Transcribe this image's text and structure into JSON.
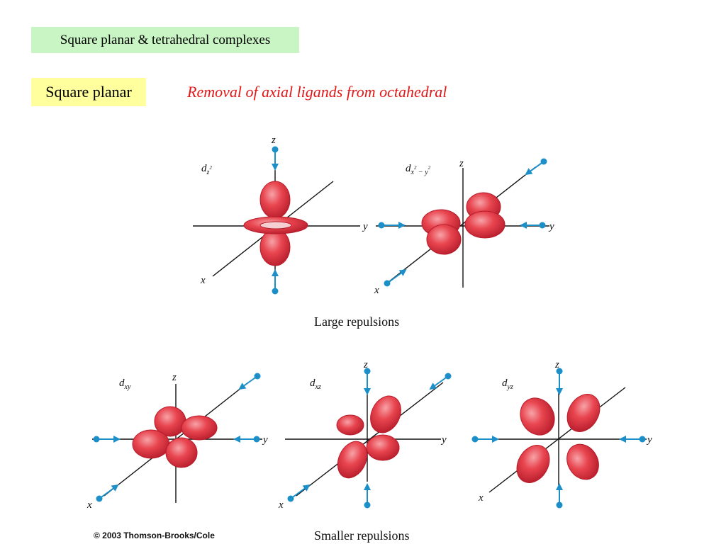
{
  "header": {
    "title": "Square planar & tetrahedral complexes",
    "section_label": "Square planar",
    "subtitle": "Removal of axial ligands from octahedral"
  },
  "diagram": {
    "top_caption": "Large repulsions",
    "bottom_caption": "Smaller repulsions",
    "axis_labels": {
      "x": "x",
      "y": "y",
      "z": "z"
    },
    "orbitals": {
      "dz2": {
        "base": "d",
        "sub": "z",
        "sup": "2"
      },
      "dx2y2": {
        "base": "d",
        "sub": "x",
        "sup1": "2",
        "minus": " − y",
        "sup2": "2"
      },
      "dxy": {
        "base": "d",
        "sub": "xy"
      },
      "dxz": {
        "base": "d",
        "sub": "xz"
      },
      "dyz": {
        "base": "d",
        "sub": "yz"
      }
    },
    "colors": {
      "lobe": "#e8454f",
      "ligand": "#1d8fc8",
      "axis": "#111111"
    }
  },
  "footer": {
    "copyright": "© 2003 Thomson-Brooks/Cole"
  }
}
